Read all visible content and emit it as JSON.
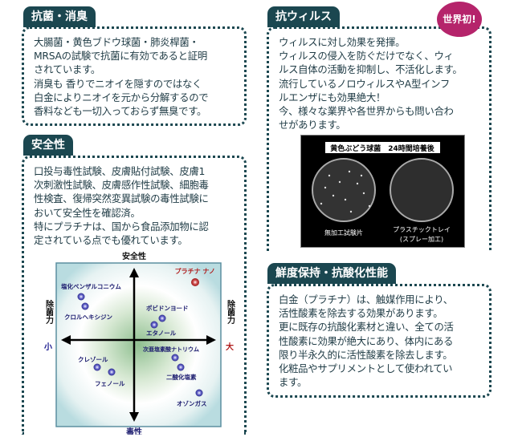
{
  "antibacterial": {
    "title": "抗菌・消臭",
    "lines": [
      "大腸菌・黄色ブドウ球菌・肺炎桿菌・",
      "MRSAの試験で抗菌に有効であると証明",
      "されています。",
      "消臭も 香りでニオイを隠すのではなく",
      "白金によりニオイを元から分解するので",
      "香料なども一切入っておらず無臭です。"
    ]
  },
  "safety": {
    "title": "安全性",
    "lines": [
      "口投与毒性試験、皮膚貼付試験、皮膚1",
      "次刺激性試験、皮膚感作性試験、細胞毒",
      "性検査、復帰突然変異試験の毒性試験に",
      "おいて安全性を確認済。",
      "特にプラチナは、国から食品添加物に認",
      "定されている点でも優れています。"
    ]
  },
  "chart": {
    "top": "安全性",
    "bottom": "毒性",
    "left": "除菌力",
    "left_level": "小",
    "right": "除菌力",
    "right_level": "大",
    "items": [
      "プラチナ ナノ",
      "塩化ベンザルコニウム",
      "クロルヘキシジン",
      "ポビドンヨード",
      "エタノール",
      "次亜塩素酸ナトリウム",
      "二酸化塩素",
      "クレゾール",
      "フェノール",
      "オゾンガス"
    ]
  },
  "antivirus": {
    "title": "抗ウィルス",
    "badge": "世界初!",
    "lines": [
      "ウィルスに対し効果を発揮。",
      "ウィルスの侵入を防ぐだけでなく、ウィ",
      "ルス自体の活動を抑制し、不活化します。",
      "流行しているノロウィルスやA型インフ",
      "ルエンザにも効果絶大！",
      "今、様々な業界や各世界からも問い合わ",
      "せがあります。"
    ],
    "photo": {
      "caption": "黄色ぶどう球菌　24時間培養後",
      "left_label": "無加工試験片",
      "right_label1": "プラスチックトレイ",
      "right_label2": "(スプレー加工)"
    }
  },
  "freshness": {
    "title": "鮮度保持・抗酸化性能",
    "lines": [
      "白金（プラチナ）は、触媒作用により、",
      "活性酸素を除去する効果があります。",
      "更に既存の抗酸化素材と違い、全ての活",
      "性酸素に効果が絶大にあり、体内にある",
      "限り半永久的に活性酸素を除去します。",
      "化粧品やサプリメントとして使われてい",
      "ます。"
    ]
  }
}
